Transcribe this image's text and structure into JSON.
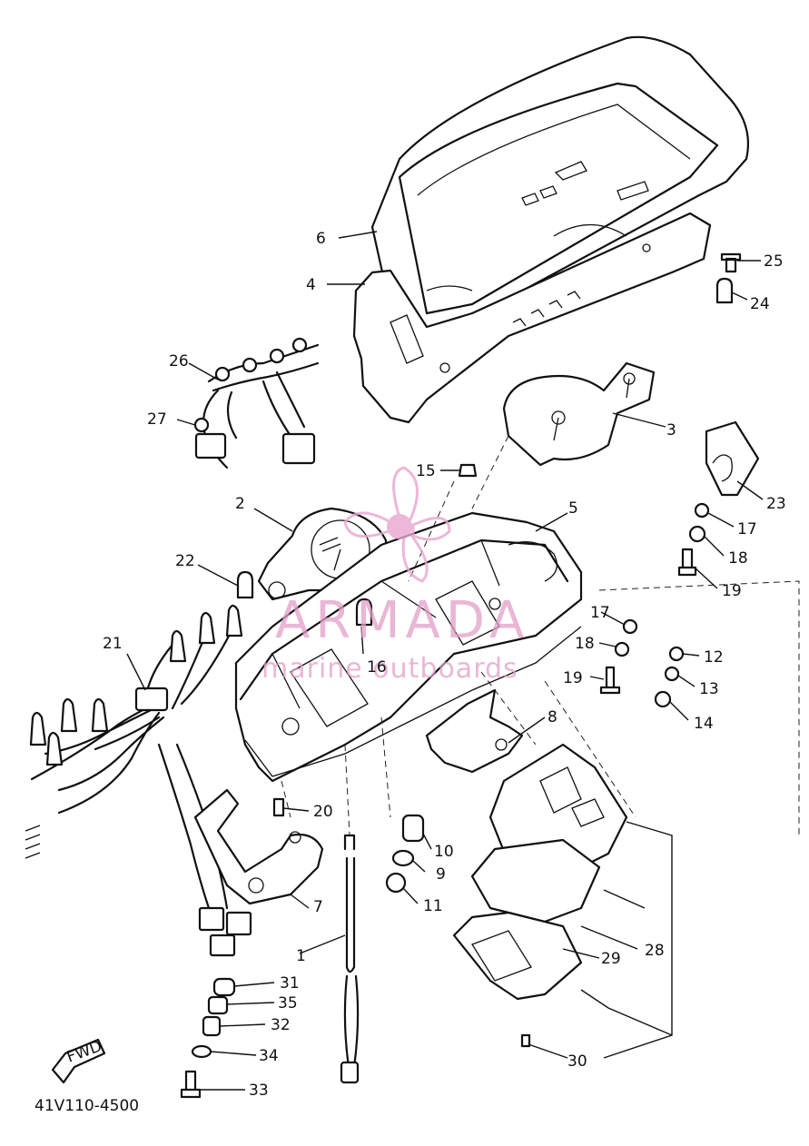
{
  "watermark": {
    "brand": "ARMADA",
    "tagline": "marine outboards",
    "color": "#e8a6cf"
  },
  "diagram_code": "41V110-4500",
  "fwd_label": "FWD",
  "callouts": [
    {
      "n": "1"
    },
    {
      "n": "2"
    },
    {
      "n": "3"
    },
    {
      "n": "4"
    },
    {
      "n": "5"
    },
    {
      "n": "6"
    },
    {
      "n": "7"
    },
    {
      "n": "8"
    },
    {
      "n": "9"
    },
    {
      "n": "10"
    },
    {
      "n": "11"
    },
    {
      "n": "12"
    },
    {
      "n": "13"
    },
    {
      "n": "14"
    },
    {
      "n": "15"
    },
    {
      "n": "16"
    },
    {
      "n": "17"
    },
    {
      "n": "17"
    },
    {
      "n": "18"
    },
    {
      "n": "18"
    },
    {
      "n": "19"
    },
    {
      "n": "19"
    },
    {
      "n": "20"
    },
    {
      "n": "21"
    },
    {
      "n": "22"
    },
    {
      "n": "23"
    },
    {
      "n": "24"
    },
    {
      "n": "25"
    },
    {
      "n": "26"
    },
    {
      "n": "27"
    },
    {
      "n": "28"
    },
    {
      "n": "29"
    },
    {
      "n": "30"
    },
    {
      "n": "31"
    },
    {
      "n": "32"
    },
    {
      "n": "33"
    },
    {
      "n": "34"
    },
    {
      "n": "35"
    }
  ]
}
